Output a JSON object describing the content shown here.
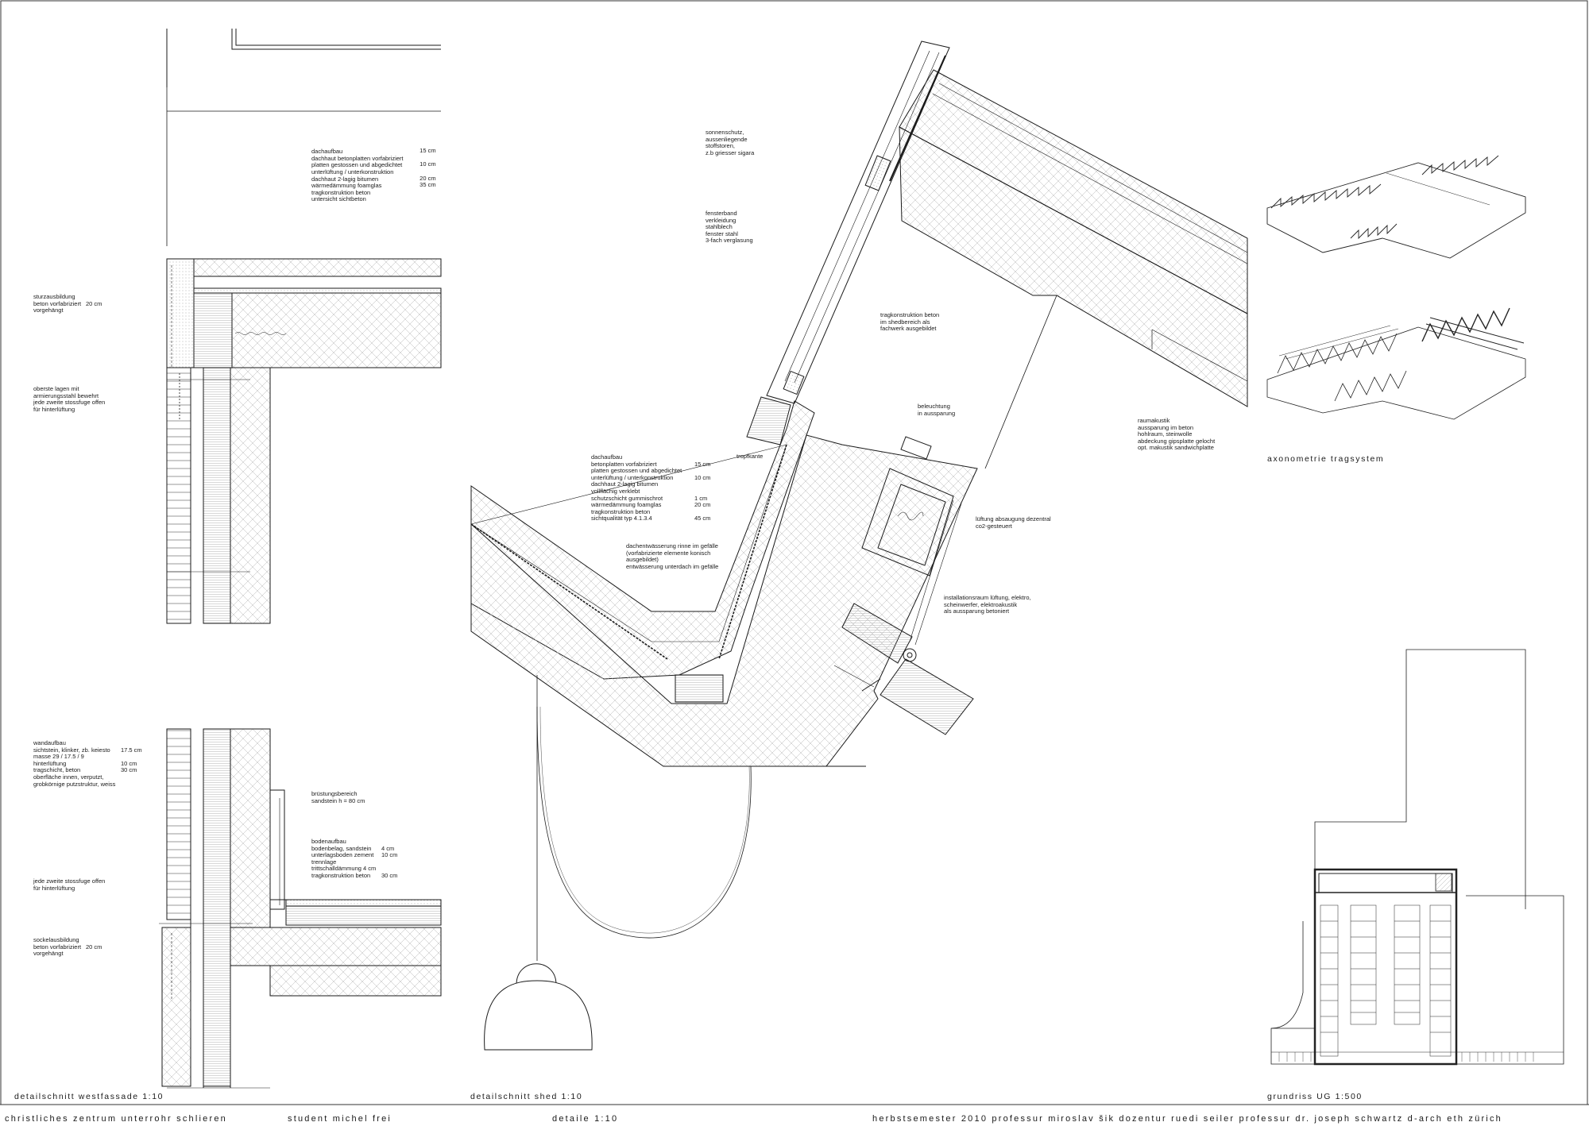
{
  "notes": {
    "dachaufbau_west": {
      "lines": [
        "dachaufbau",
        "dachhaut betonplatten vorfabriziert",
        "platten gestossen und abgedichtet",
        "unterlüftung / unterkonstruktion",
        "dachhaut 2-lagig bitumen",
        "wärmedämmung foamglas",
        "tragkonstruktion beton",
        "untersicht sichtbeton"
      ],
      "values": [
        "",
        "15 cm",
        "",
        "10 cm",
        "",
        "20 cm",
        "35 cm",
        ""
      ]
    },
    "sturz": {
      "lines": [
        "sturzausbildung",
        "beton vorfabriziert",
        "vorgehängt"
      ],
      "values": [
        "",
        "20 cm",
        ""
      ]
    },
    "lagen": {
      "lines": [
        "oberste lagen mit",
        "armierungsstahl bewehrt",
        "jede zweite stossfuge offen",
        "für hinterlüftung"
      ]
    },
    "sonnenschutz": {
      "lines": [
        "sonnenschutz,",
        "aussenliegende",
        "stoffstoren,",
        "z.b griesser sigara"
      ]
    },
    "fensterband": {
      "lines": [
        "fensterband",
        "verkleidung",
        "stahlblech",
        "fenster stahl",
        "3-fach verglasung"
      ]
    },
    "tragkonstruktion": {
      "lines": [
        "tragkonstruktion beton",
        "im shedbereich als",
        "fachwerk ausgebildet"
      ]
    },
    "beleuchtung": {
      "lines": [
        "beleuchtung",
        "in aussparung"
      ]
    },
    "raumakustik": {
      "lines": [
        "raumakustik",
        "aussparung im beton",
        "hohlraum, steinwolle",
        "abdeckung gipsplatte gelocht",
        "opt. makustik sandwichplatte"
      ]
    },
    "tropfkante": {
      "lines": [
        "tropfkante"
      ]
    },
    "dachaufbau_shed": {
      "lines": [
        "dachaufbau",
        "betonplatten vorfabriziert",
        "platten gestossen und abgedichtet",
        "unterlüftung / unterkonstruktion",
        "dachhaut 2-lagig bitumen",
        "vollflächig verklebt",
        "schutzschicht gummischrot",
        "wärmedämmung foamglas",
        "tragkonstruktion beton",
        "sichtqualität typ 4.1.3.4"
      ],
      "values": [
        "",
        "15 cm",
        "",
        "10 cm",
        "",
        "",
        "1 cm",
        "20 cm",
        "",
        "45 cm"
      ]
    },
    "dachentwaesserung": {
      "lines": [
        "dachentwässerung rinne im gefälle",
        "(vorfabrizierte elemente konisch",
        "ausgebildet)",
        "entwässerung unterdach im gefälle"
      ]
    },
    "lueftung": {
      "lines": [
        "lüftung absaugung dezentral",
        "co2-gesteuert"
      ]
    },
    "installationsraum": {
      "lines": [
        "installationsraum lüftung, elektro,",
        "scheinwerfer, elektroakustik",
        "als aussparung betoniert"
      ]
    },
    "wandaufbau": {
      "lines": [
        "wandaufbau",
        "sichtstein, klinker, zb. keiesto",
        "masse 29 / 17.5 / 9",
        "hinterlüftung",
        "tragschicht, beton",
        "oberfläche innen, verputzt,",
        "grobkörnige putzstruktur, weiss"
      ],
      "values": [
        "",
        "17.5 cm",
        "",
        "10 cm",
        "30 cm",
        "",
        ""
      ]
    },
    "bruestung": {
      "lines": [
        "brüstungsbereich",
        "sandstein h = 80 cm"
      ]
    },
    "bodenaufbau": {
      "lines": [
        "bodenaufbau",
        "bodenbelag, sandstein",
        "unterlagsboden zement",
        "trennlage",
        "trittschalldämmung 4 cm",
        "tragkonstruktion beton"
      ],
      "values": [
        "",
        "4 cm",
        "10 cm",
        "",
        "",
        "30 cm"
      ]
    },
    "stossfuge": {
      "lines": [
        "jede zweite stossfuge offen",
        "für hinterlüftung"
      ]
    },
    "sockel": {
      "lines": [
        "sockelausbildung",
        "beton vorfabriziert",
        "vorgehängt"
      ],
      "values": [
        "",
        "20 cm",
        ""
      ]
    }
  },
  "captions": {
    "axonometrie": "axonometrie tragsystem",
    "west": "detailschnitt westfassade 1:10",
    "shed": "detailschnitt shed 1:10",
    "grundriss": "grundriss UG 1:500"
  },
  "footer": {
    "project": "christliches zentrum unterrohr schlieren",
    "student": "student michel frei",
    "detail": "detaile 1:10",
    "semester": "herbstsemester 2010  professur miroslav šik  dozentur ruedi seiler  professur dr. joseph schwartz  d-arch eth zürich"
  },
  "colors": {
    "ink": "#1a1a1a",
    "hatch": "#9a9a9a",
    "paper": "#ffffff"
  }
}
